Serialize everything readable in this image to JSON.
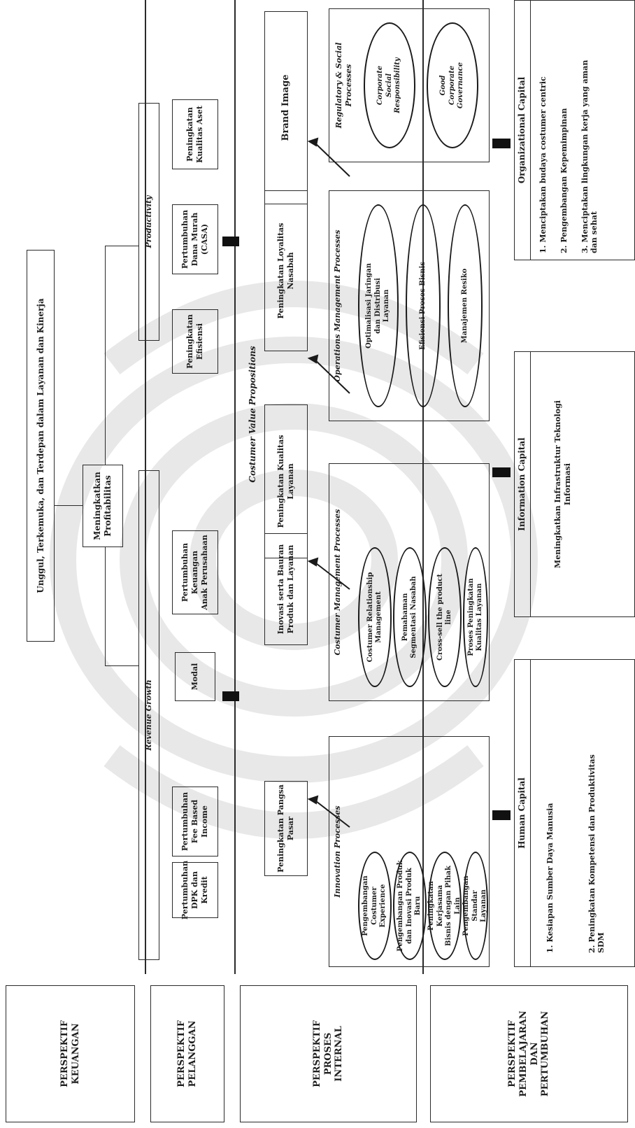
{
  "rows": {
    "keuangan": "PERSPEKTIF\nKEUANGAN",
    "pelanggan": "PERSPEKTIF\nPELANGGAN",
    "proses": "PERSPEKTIF\nPROSES\nINTERNAL",
    "pembelajaran": "PERSPEKTIF\nPEMBELAJARAN\nDAN\nPERTUMBUHAN"
  },
  "keuangan": {
    "top_goal": "Unggul, Terkemuka, dan Terdepan dalam Layanan dan Kinerja",
    "profit": "Meningkatkan\nProfitabilitas",
    "revenue_growth": "Revenue Growth",
    "productivity": "Productivity",
    "items": {
      "dpk": "Pertumbuhan\nDPK dan\nKredit",
      "fee": "Pertumbuhan\nFee Based\nIncome",
      "modal": "Modal",
      "anak": "Pertumbuhan Keuangan\nAnak Perusahaan",
      "efisiensi": "Peningkatan\nEfisiensi",
      "casa": "Pertumbuhan\nDana Murah\n(CASA)",
      "aset": "Peningkatan\nKualitas Aset"
    }
  },
  "pelanggan": {
    "cvp": "Costumer Value Propositions",
    "pangsa": "Peningkatan Pangsa\nPasar",
    "inovasi": "Inovasi serta Bauran\nProduk dan Layanan",
    "kualitas": "Peningkatan Kualitas\nLayanan",
    "loyalitas": "Peningkatan Loyalitas\nNasabah",
    "brand": "Brand Image"
  },
  "proses": {
    "innovation": {
      "title": "Innovation Processes",
      "items": [
        "Pengembangan Costumer\nExperience",
        "Pengembangan Produk\ndan Inovasi Produk Baru",
        "Peningkatan Kerjasama\nBisnis dengan Pihak Lain",
        "Pengembangan Standar\nLayanan"
      ]
    },
    "customer": {
      "title": "Costumer Management Processes",
      "items": [
        "Costumer Relationship\nManagement",
        "Pemahaman\nSegmentasi Nasabah",
        "Cross-sell the product\nline",
        "Proses Peningkatan\nKualitas Layanan"
      ]
    },
    "operations": {
      "title": "Operations Management Processes",
      "items": [
        "Optimalisasi Jaringan\ndan Distribusi\nLayanan",
        "Efisiensi Proses Bisnis",
        "Manajemen Resiko"
      ]
    },
    "regulatory": {
      "title": "Regulatory & Social\nProcesses",
      "items": [
        "Corporate\nSocial\nResponsibility",
        "Good\nCorporate\nGovernance"
      ]
    }
  },
  "pembelajaran": {
    "human": {
      "title": "Human Capital",
      "items": [
        "1. Kesiapan Sumber Daya Manusia",
        "2. Peningkatan Kompetensi dan Produktivitas\nSDM"
      ]
    },
    "information": {
      "title": "Information Capital",
      "items": [
        "Meningkatkan Infrastruktur Teknologi\nInformasi"
      ]
    },
    "organizational": {
      "title": "Organizational Capital",
      "items": [
        "1. Menciptakan budaya costumer centric",
        "2. Pengembangan Kepemimpinan",
        "3. Menciptakan lingkungan kerja yang aman\ndan sehat"
      ]
    }
  }
}
